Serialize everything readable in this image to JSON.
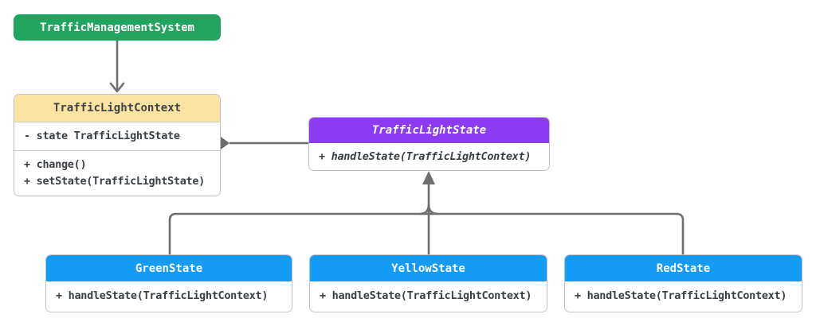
{
  "diagram_type": "uml-class-diagram",
  "colors": {
    "green_header": "#21a45d",
    "yellow_header": "#fbe3a1",
    "purple_header": "#8c3bf2",
    "blue_header": "#149bf6",
    "line": "#6e6e6e",
    "border": "#c4c4c4",
    "body_text": "#3a3f44",
    "header_text_light": "#ffffff",
    "header_text_dark": "#3f4246"
  },
  "nodes": {
    "system": {
      "name": "TrafficManagementSystem"
    },
    "context": {
      "name": "TrafficLightContext",
      "attributes": [
        "- state TrafficLightState"
      ],
      "methods": [
        "+ change()",
        "+ setState(TrafficLightState)"
      ]
    },
    "state": {
      "name": "TrafficLightState",
      "methods": [
        "+ handleState(TrafficLightContext)"
      ]
    },
    "green": {
      "name": "GreenState",
      "methods": [
        "+ handleState(TrafficLightContext)"
      ]
    },
    "yellow": {
      "name": "YellowState",
      "methods": [
        "+ handleState(TrafficLightContext)"
      ]
    },
    "red": {
      "name": "RedState",
      "methods": [
        "+ handleState(TrafficLightContext)"
      ]
    }
  },
  "relationships": [
    {
      "from": "TrafficManagementSystem",
      "to": "TrafficLightContext",
      "type": "directed-association"
    },
    {
      "from": "TrafficLightContext",
      "to": "TrafficLightState",
      "type": "composition"
    },
    {
      "from": "GreenState",
      "to": "TrafficLightState",
      "type": "generalization"
    },
    {
      "from": "YellowState",
      "to": "TrafficLightState",
      "type": "generalization"
    },
    {
      "from": "RedState",
      "to": "TrafficLightState",
      "type": "generalization"
    }
  ]
}
